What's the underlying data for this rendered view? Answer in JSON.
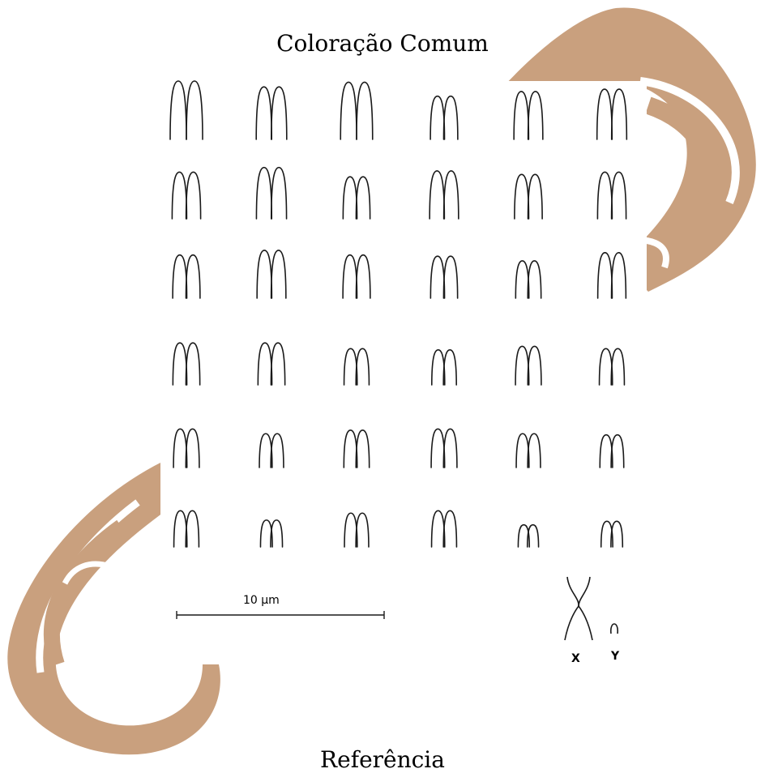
{
  "title": "Coloração Comum",
  "scale_bar": {
    "label": "10 µm"
  },
  "sex_chromosomes": {
    "x_label": "X",
    "y_label": "Y"
  },
  "footer_title": "Referência",
  "colors": {
    "watermark": "#c9a07e",
    "ink": "#1a1a1a"
  },
  "watermark": {
    "letters": "CB"
  },
  "autosome_pairs": {
    "rows": 6,
    "pairs_per_row": 6,
    "relative_sizes": [
      [
        1.0,
        0.9,
        0.98,
        0.74,
        0.82,
        0.86
      ],
      [
        0.8,
        0.88,
        0.72,
        0.82,
        0.76,
        0.8
      ],
      [
        0.74,
        0.82,
        0.74,
        0.72,
        0.64,
        0.78
      ],
      [
        0.72,
        0.72,
        0.62,
        0.6,
        0.66,
        0.62
      ],
      [
        0.66,
        0.58,
        0.64,
        0.66,
        0.58,
        0.56
      ],
      [
        0.62,
        0.46,
        0.58,
        0.62,
        0.38,
        0.44
      ]
    ]
  }
}
